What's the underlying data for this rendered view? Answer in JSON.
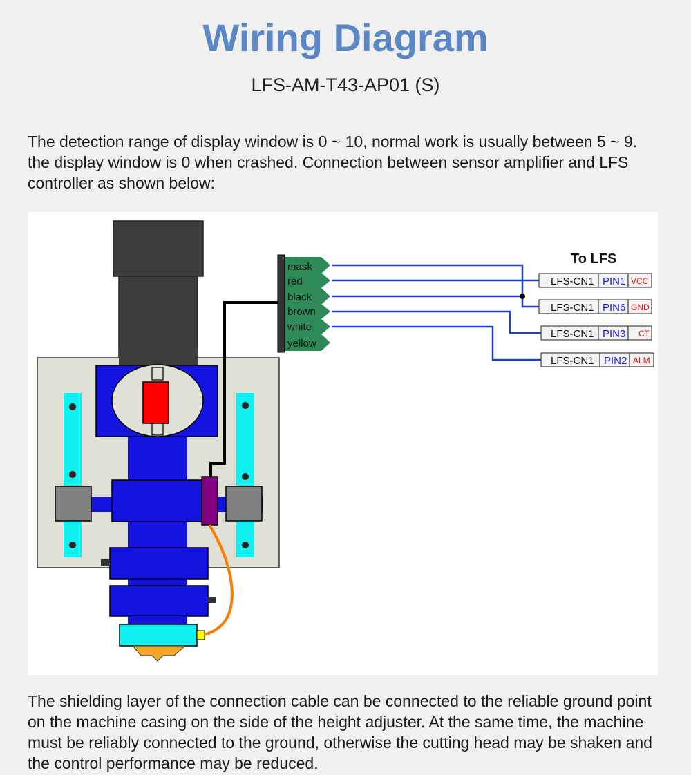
{
  "header": {
    "title": "Wiring Diagram",
    "subtitle": "LFS-AM-T43-AP01 (S)"
  },
  "intro_text": "The detection range of display window is 0 ~ 10, normal work is usually between 5 ~ 9. the display window is 0 when crashed. Connection between sensor amplifier and LFS controller as shown below:",
  "diagram": {
    "wires": [
      {
        "label": "mask"
      },
      {
        "label": "red"
      },
      {
        "label": "black"
      },
      {
        "label": "brown"
      },
      {
        "label": "white"
      },
      {
        "label": "yellow"
      }
    ],
    "to_label": "To LFS",
    "connectors": [
      {
        "name": "LFS-CN1",
        "pin": "PIN1",
        "signal": "VCC"
      },
      {
        "name": "LFS-CN1",
        "pin": "PIN6",
        "signal": "GND"
      },
      {
        "name": "LFS-CN1",
        "pin": "PIN3",
        "signal": "CT"
      },
      {
        "name": "LFS-CN1",
        "pin": "PIN2",
        "signal": "ALM"
      }
    ],
    "colors": {
      "wire_blue": "#1a3fd1",
      "terminal_green": "#2e8b57",
      "body_blue": "#1414e0",
      "cyan": "#11f0f0",
      "plate": "#e0e0d6",
      "sensor_red": "#ff0000",
      "plug_purple": "#800080",
      "cable_orange": "#ff7a00"
    }
  },
  "footer_text": "The shielding layer of the connection cable can be connected to the reliable ground point on the machine casing on the side of the height adjuster. At the same time, the machine must be reliably connected to the ground, otherwise the cutting head may be shaken and the control performance may be reduced."
}
